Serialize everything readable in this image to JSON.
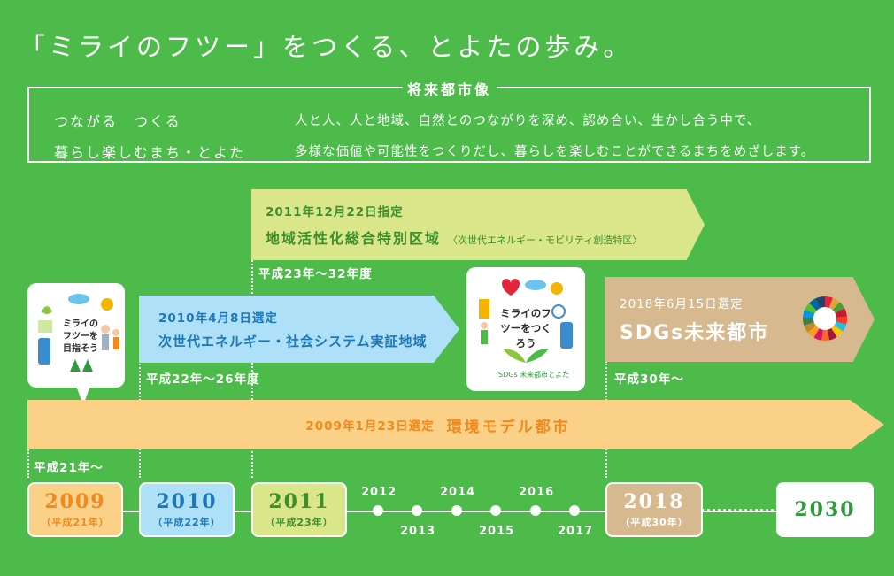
{
  "title": "「ミライのフツー」をつくる、とよたの歩み。",
  "vision": {
    "label": "将来都市像",
    "motto_line1": "つながる　つくる",
    "motto_line2": "暮らし楽しむまち・とよた",
    "text_line1": "人と人、人と地域、自然とのつながりを深め、認め合い、生かし合う中で、",
    "text_line2": "多様な価値や可能性をつくりだし、暮らしを楽しむことができるまちをめざします。"
  },
  "designations": {
    "d2011": {
      "date": "2011年12月22日指定",
      "name": "地域活性化総合特別区域",
      "sub": "〈次世代エネルギー・モビリティ創造特区〉",
      "era": "平成23年～32年度"
    },
    "d2010": {
      "date": "2010年4月8日選定",
      "name": "次世代エネルギー・社会システム実証地域",
      "era": "平成22年～26年度"
    },
    "d2018": {
      "date": "2018年6月15日選定",
      "name": "SDGs未来都市",
      "era": "平成30年～"
    },
    "d2009": {
      "date": "2009年1月23日選定",
      "name": "環境モデル都市",
      "era": "平成21年～"
    }
  },
  "cards": {
    "card1_text": "ミライのフツーを目指そう",
    "card2_text": "ミライのフツーをつくろう",
    "card2_brand": "SDGs 未来都市とよた"
  },
  "timeline": {
    "boxes": [
      {
        "year": "2009",
        "wareki": "（平成21年）"
      },
      {
        "year": "2010",
        "wareki": "（平成22年）"
      },
      {
        "year": "2011",
        "wareki": "（平成23年）"
      },
      {
        "year": "2018",
        "wareki": "（平成30年）"
      },
      {
        "year": "2030",
        "wareki": ""
      }
    ],
    "ticks": [
      "2012",
      "2013",
      "2014",
      "2015",
      "2016",
      "2017"
    ]
  },
  "colors": {
    "background": "#4cbb4a",
    "zone_2009": "#fbd087",
    "zone_2010": "#aee1f7",
    "zone_2011": "#d9e68a",
    "zone_2018": "#d6b98e"
  },
  "icons": [
    "sdgs-wheel-icon",
    "leaf-icon",
    "sun-icon",
    "cloud-icon",
    "person-icon",
    "tree-icon",
    "bus-icon",
    "house-icon"
  ]
}
